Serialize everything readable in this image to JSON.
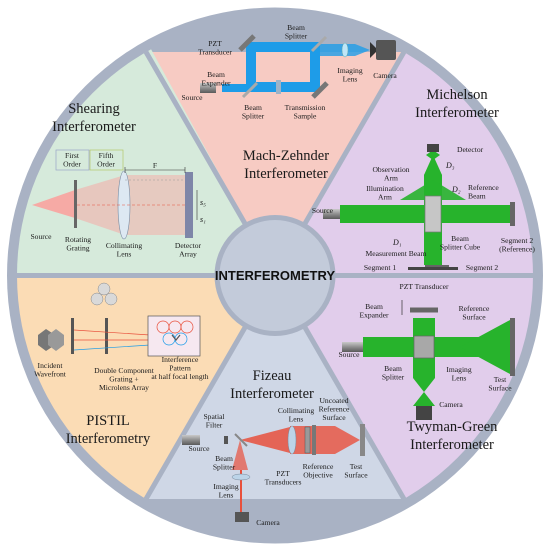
{
  "center": {
    "title": "INTERFEROMETRY"
  },
  "colors": {
    "mach_zehnder_bg": "#f7cbc3",
    "michelson_bg": "#e1cdeb",
    "twyman_green_bg": "#e1cdeb",
    "fizeau_bg": "#cfd7e6",
    "pistil_bg": "#fbdcb5",
    "shearing_bg": "#d6eadb",
    "ring": "#a9b2c4",
    "hub": "#c3cbda",
    "beam_green": "#27b32c",
    "beam_blue": "#1e9ce8",
    "beam_red": "#e8503c",
    "beam_pink": "#f6aaa5"
  },
  "sections": {
    "mach_zehnder": {
      "title_line1": "Mach-Zehnder",
      "title_line2": "Interferometer",
      "labels": {
        "pzt_transducer": "PZT\nTransducer",
        "beam_splitter_top": "Beam\nSplitter",
        "beam_expander": "Beam\nExpander",
        "source": "Source",
        "imaging_lens": "Imaging\nLens",
        "camera": "Camera",
        "beam_splitter_bottom": "Beam\nSplitter",
        "transmission_sample": "Transmission\nSample"
      }
    },
    "michelson": {
      "title_line1": "Michelson",
      "title_line2": "Interferometer",
      "labels": {
        "detector": "Detector",
        "d3": "D₃",
        "observation_arm": "Observation\nArm",
        "illumination_arm": "Illumination\nArm",
        "d2": "D₂",
        "reference_beam": "Reference\nBeam",
        "source": "Source",
        "d1": "D₁",
        "measurement_beam": "Measurement Beam",
        "beam_splitter_cube": "Beam\nSplitter Cube",
        "segment_1": "Segment 1",
        "segment_2_bottom": "Segment 2",
        "segment_2_reference": "Segment 2\n(Reference)"
      }
    },
    "twyman_green": {
      "title_line1": "Twyman-Green",
      "title_line2": "Interferometer",
      "labels": {
        "pzt_transducer": "PZT Transducer",
        "beam_expander": "Beam\nExpander",
        "reference_surface": "Reference\nSurface",
        "source": "Source",
        "beam_splitter": "Beam\nSplitter",
        "imaging_lens": "Imaging\nLens",
        "test_surface": "Test\nSurface",
        "camera": "Camera"
      }
    },
    "fizeau": {
      "title_line1": "Fizeau",
      "title_line2": "Interferometer",
      "labels": {
        "spatial_filter": "Spatial\nFilter",
        "source": "Source",
        "collimating_lens": "Collimating\nLens",
        "uncoated_reference_surface": "Uncoated\nReference\nSurface",
        "beam_splitter": "Beam\nSplitter",
        "imaging_lens": "Imaging\nLens",
        "pzt_transducers": "PZT\nTransducers",
        "reference_objective": "Reference\nObjective",
        "test_surface": "Test\nSurface",
        "camera": "Camera"
      }
    },
    "pistil": {
      "title_line1": "PISTIL",
      "title_line2": "Interferometry",
      "labels": {
        "incident_wavefront": "Incident\nWavefront",
        "double_component_grating": "Double Component\nGrating +\nMicrolens Array",
        "interference_pattern": "Interference\nPattern\nat half focal length"
      }
    },
    "shearing": {
      "title_line1": "Shearing",
      "title_line2": "Interferometer",
      "labels": {
        "first_order": "First\nOrder",
        "fifth_order": "Fifth\nOrder",
        "f": "F",
        "s5": "s₅",
        "s1": "s₁",
        "source": "Source",
        "rotating_grating": "Rotating\nGrating",
        "collimating_lens": "Collimating\nLens",
        "detector_array": "Detector\nArray"
      }
    }
  }
}
